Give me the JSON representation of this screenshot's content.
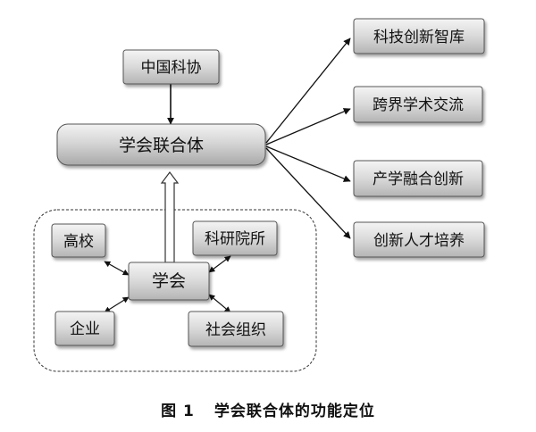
{
  "diagram": {
    "cast": "中国科协",
    "federation": "学会联合体",
    "society": "学会",
    "members": {
      "university": "高校",
      "research_institute": "科研院所",
      "enterprise": "企业",
      "social_org": "社会组织"
    },
    "functions": [
      "科技创新智库",
      "跨界学术交流",
      "产学融合创新",
      "创新人才培养"
    ]
  },
  "caption": {
    "figure_number": "图 1",
    "title": "学会联合体的功能定位"
  }
}
